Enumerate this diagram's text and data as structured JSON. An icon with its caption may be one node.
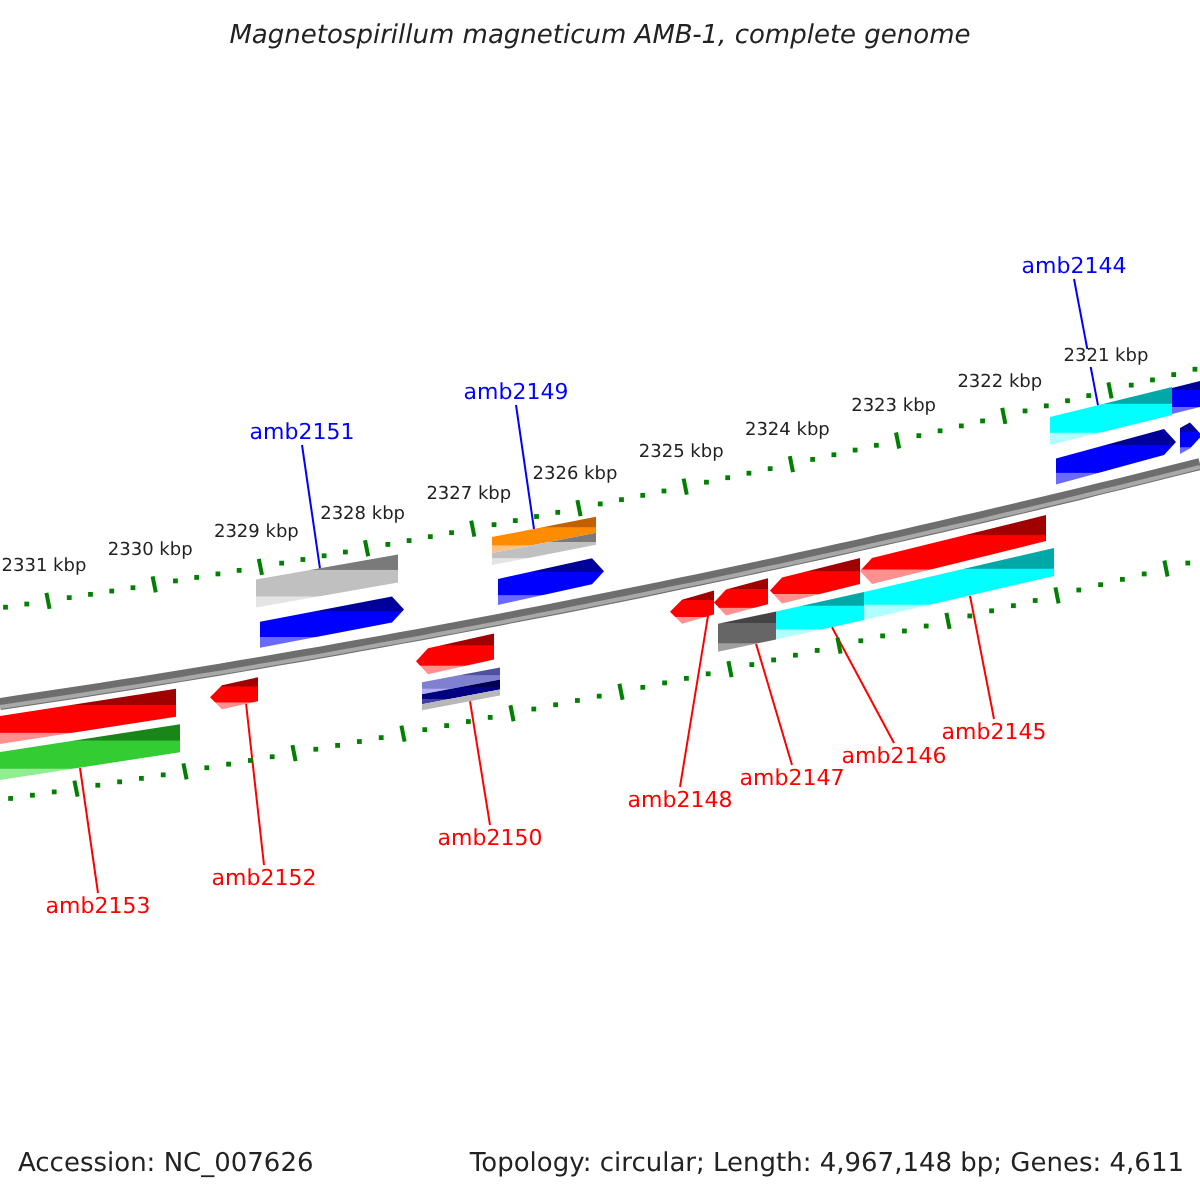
{
  "diagram": {
    "title": "Magnetospirillum magneticum AMB-1, complete genome",
    "nodes": [
      {
        "text": [
          "amb2144"
        ]
      },
      {
        "text": [
          "amb2149"
        ]
      },
      {
        "text": [
          "amb2151"
        ]
      },
      {
        "text": [
          "amb2145"
        ]
      },
      {
        "text": [
          "amb2146"
        ]
      },
      {
        "text": [
          "amb2147"
        ]
      },
      {
        "text": [
          "amb2148"
        ]
      },
      {
        "text": [
          "amb2150"
        ]
      },
      {
        "text": [
          "amb2152"
        ]
      },
      {
        "text": [
          "amb2153"
        ]
      },
      {
        "text": [],
        "shape": "bar"
      },
      {
        "text": [],
        "shape": "bar"
      },
      {
        "text": [],
        "shape": "arrow"
      },
      {
        "text": [],
        "shape": "bar"
      },
      {
        "text": [],
        "shape": "arrow"
      },
      {
        "text": [],
        "shape": "arrow"
      },
      {
        "text": [],
        "shape": "bar"
      },
      {
        "text": [],
        "shape": "bar"
      },
      {
        "text": [],
        "shape": "arrow"
      },
      {
        "text": [],
        "shape": "arrow"
      },
      {
        "text": [],
        "shape": "arrow"
      },
      {
        "text": [],
        "shape": "bar"
      },
      {
        "text": [],
        "shape": "arrow"
      },
      {
        "text": [],
        "shape": "bar"
      },
      {
        "text": [],
        "shape": "arrow"
      },
      {
        "text": [],
        "shape": "bar"
      },
      {
        "text": [],
        "shape": "bar"
      },
      {
        "text": [],
        "shape": "arrow"
      },
      {
        "text": [],
        "shape": "bar"
      },
      {
        "text": [],
        "shape": "arrow"
      }
    ],
    "edges": [
      {
        "from": 0,
        "to": 26,
        "arrow": "none",
        "color": "#0000ff"
      },
      {
        "from": 1,
        "to": 17,
        "arrow": "none",
        "color": "#0000ff"
      },
      {
        "from": 2,
        "to": 13,
        "arrow": "none",
        "color": "#0000ff"
      },
      {
        "from": 3,
        "to": 25,
        "arrow": "none"
      },
      {
        "from": 4,
        "to": 23,
        "arrow": "none"
      },
      {
        "from": 5,
        "to": 21,
        "arrow": "none"
      },
      {
        "from": 6,
        "to": 19,
        "arrow": "none"
      },
      {
        "from": 7,
        "to": 16,
        "arrow": "none"
      },
      {
        "from": 8,
        "to": 12,
        "arrow": "none"
      },
      {
        "from": 9,
        "to": 11,
        "arrow": "none"
      }
    ],
    "labels": [
      "2331 kbp",
      "2330 kbp",
      "2329 kbp",
      "2328 kbp",
      "2327 kbp",
      "2326 kbp",
      "2325 kbp",
      "2324 kbp",
      "2323 kbp",
      "2322 kbp",
      "2321 kbp",
      "Accession: NC_007626",
      "Topology: circular; Length: 4,967,148 bp; Genes: 4,611"
    ]
  }
}
